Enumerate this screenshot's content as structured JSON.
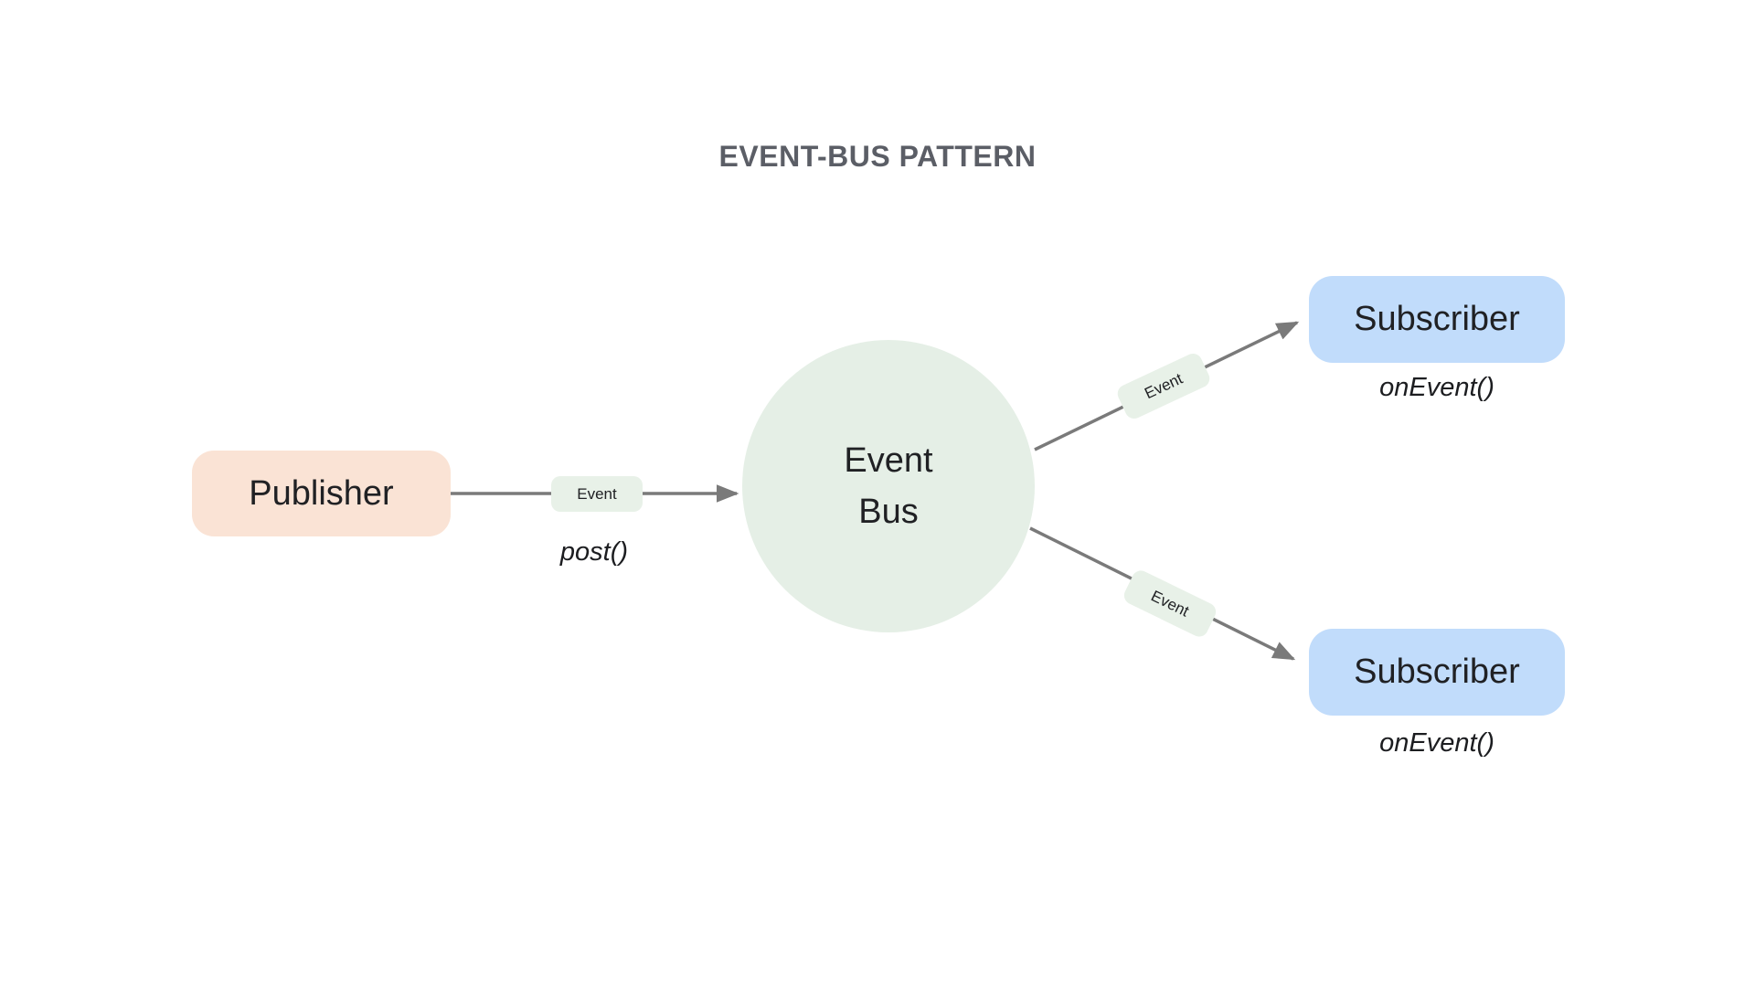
{
  "title": "EVENT-BUS PATTERN",
  "palette": {
    "publisher_fill": "#FAE3D5",
    "event_bus_fill": "#E5EFE6",
    "subscriber_fill": "#C1DCFB",
    "event_label_fill": "#E8F1E8",
    "arrow_color": "#7A7A7A",
    "title_color": "#5B5E66",
    "node_text_color": "#202124"
  },
  "nodes": {
    "publisher": {
      "label": "Publisher",
      "annotation": "post()"
    },
    "event_bus": {
      "label": "Event\nBus"
    },
    "subscriber_top": {
      "label": "Subscriber",
      "annotation": "onEvent()"
    },
    "subscriber_bottom": {
      "label": "Subscriber",
      "annotation": "onEvent()"
    }
  },
  "edges": {
    "publisher_to_bus": {
      "label": "Event"
    },
    "bus_to_subscriber_top": {
      "label": "Event"
    },
    "bus_to_subscriber_bottom": {
      "label": "Event"
    }
  }
}
